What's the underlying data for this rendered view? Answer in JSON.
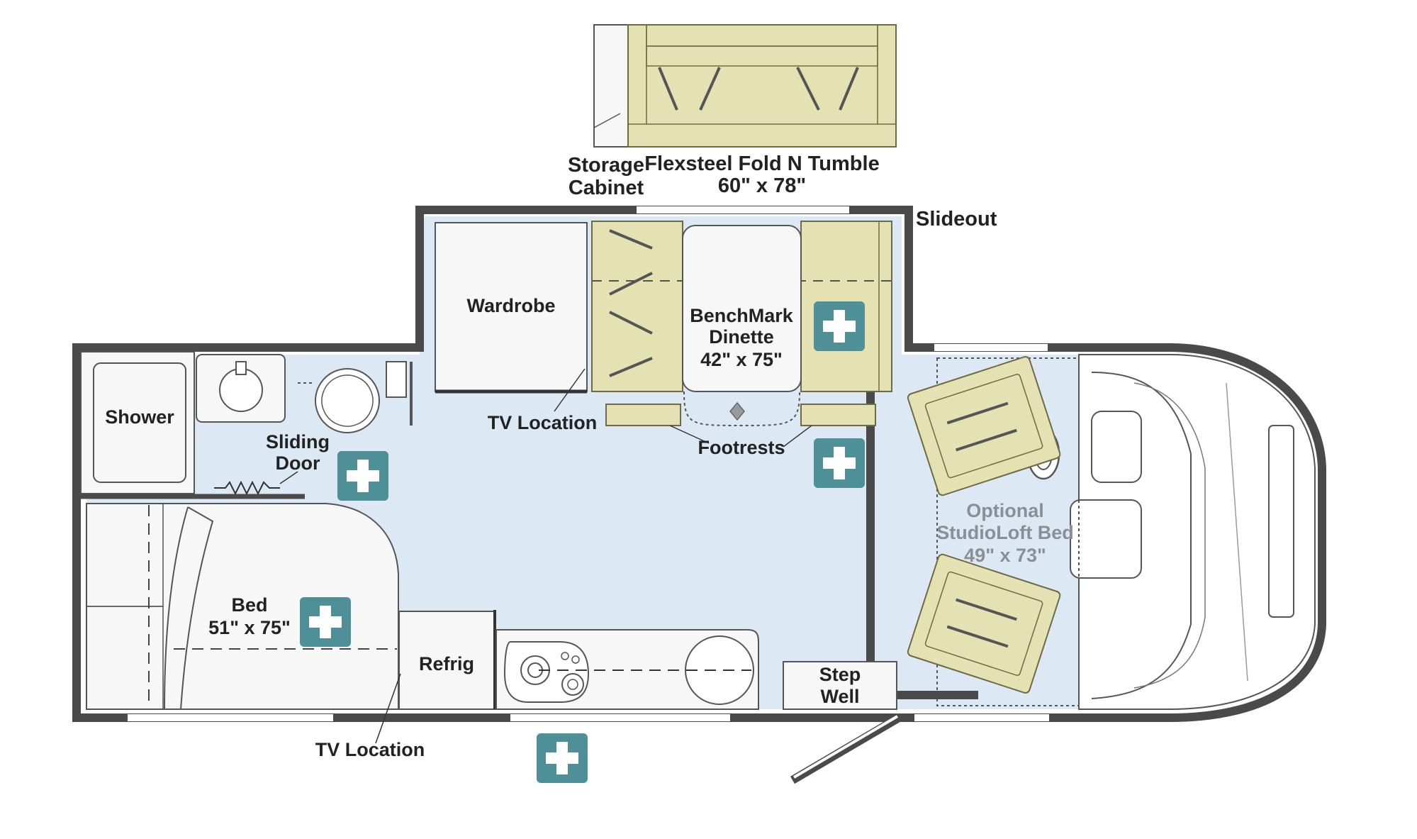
{
  "colors": {
    "floor": "#dde8f5",
    "wall": "#4a4a4a",
    "furniture": "#e4e1b3",
    "furniture_stroke": "#6f6a45",
    "fixture": "#f7f7f7",
    "plus_badge": "#4f8f98",
    "label": "#222222",
    "optional_label": "#8b8f93"
  },
  "slideout_sofa": {
    "storage_line1": "Storage",
    "storage_line2": "Cabinet",
    "sofa_line1": "Flexsteel Fold N Tumble",
    "sofa_line2": "60\" x 78\""
  },
  "labels": {
    "slideout": "Slideout",
    "wardrobe": "Wardrobe",
    "dinette_line1": "BenchMark",
    "dinette_line2": "Dinette",
    "dinette_line3": "42\" x 75\"",
    "tv_location_upper": "TV Location",
    "footrests": "Footrests",
    "shower": "Shower",
    "sliding_door_line1": "Sliding",
    "sliding_door_line2": "Door",
    "bed_line1": "Bed",
    "bed_line2": "51\" x 75\"",
    "refrig": "Refrig",
    "tv_location_lower": "TV Location",
    "step_well_line1": "Step",
    "step_well_line2": "Well",
    "loft_line1": "Optional",
    "loft_line2": "StudioLoft Bed",
    "loft_line3": "49\" x 73\""
  },
  "badges": {
    "symbol": "+"
  },
  "icons": {
    "plus": "plus-icon",
    "toilet": "toilet-icon",
    "sink": "sink-icon",
    "stove": "stove-icon",
    "steering_wheel": "steering-wheel-icon"
  }
}
